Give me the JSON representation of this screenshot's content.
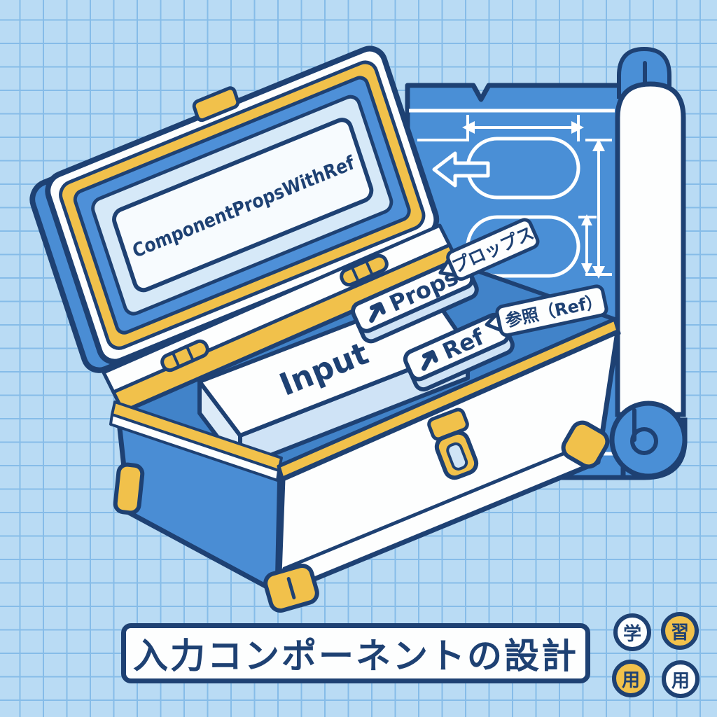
{
  "scene": {
    "lid_label": "ComponentPropsWithRef",
    "input_label": "Input",
    "props_tag": {
      "label": "Props",
      "icon": "arrow-up-right",
      "callout": "プロップス"
    },
    "ref_tag": {
      "label": "Ref",
      "icon": "arrow-up-right",
      "callout": "参照（Ref）"
    }
  },
  "title_banner": {
    "text": "入力コンポーネントの設計"
  },
  "badges": [
    {
      "char": "学",
      "bg": "white"
    },
    {
      "char": "習",
      "bg": "yellow"
    },
    {
      "char": "用",
      "bg": "yellow"
    },
    {
      "char": "用",
      "bg": "white"
    }
  ],
  "colors": {
    "background": "#b9dbf4",
    "grid_line": "#86bce8",
    "outline_navy": "#1e4173",
    "blueprint_blue": "#4a8fd6",
    "accent_yellow": "#f1c14b",
    "white": "#fdfefe",
    "lid_panel_blue": "#d6e9f8",
    "cavity_blue": "#4183c9",
    "side_blue": "#4a8dd4",
    "slab_side_blue": "#cfe3f6"
  }
}
